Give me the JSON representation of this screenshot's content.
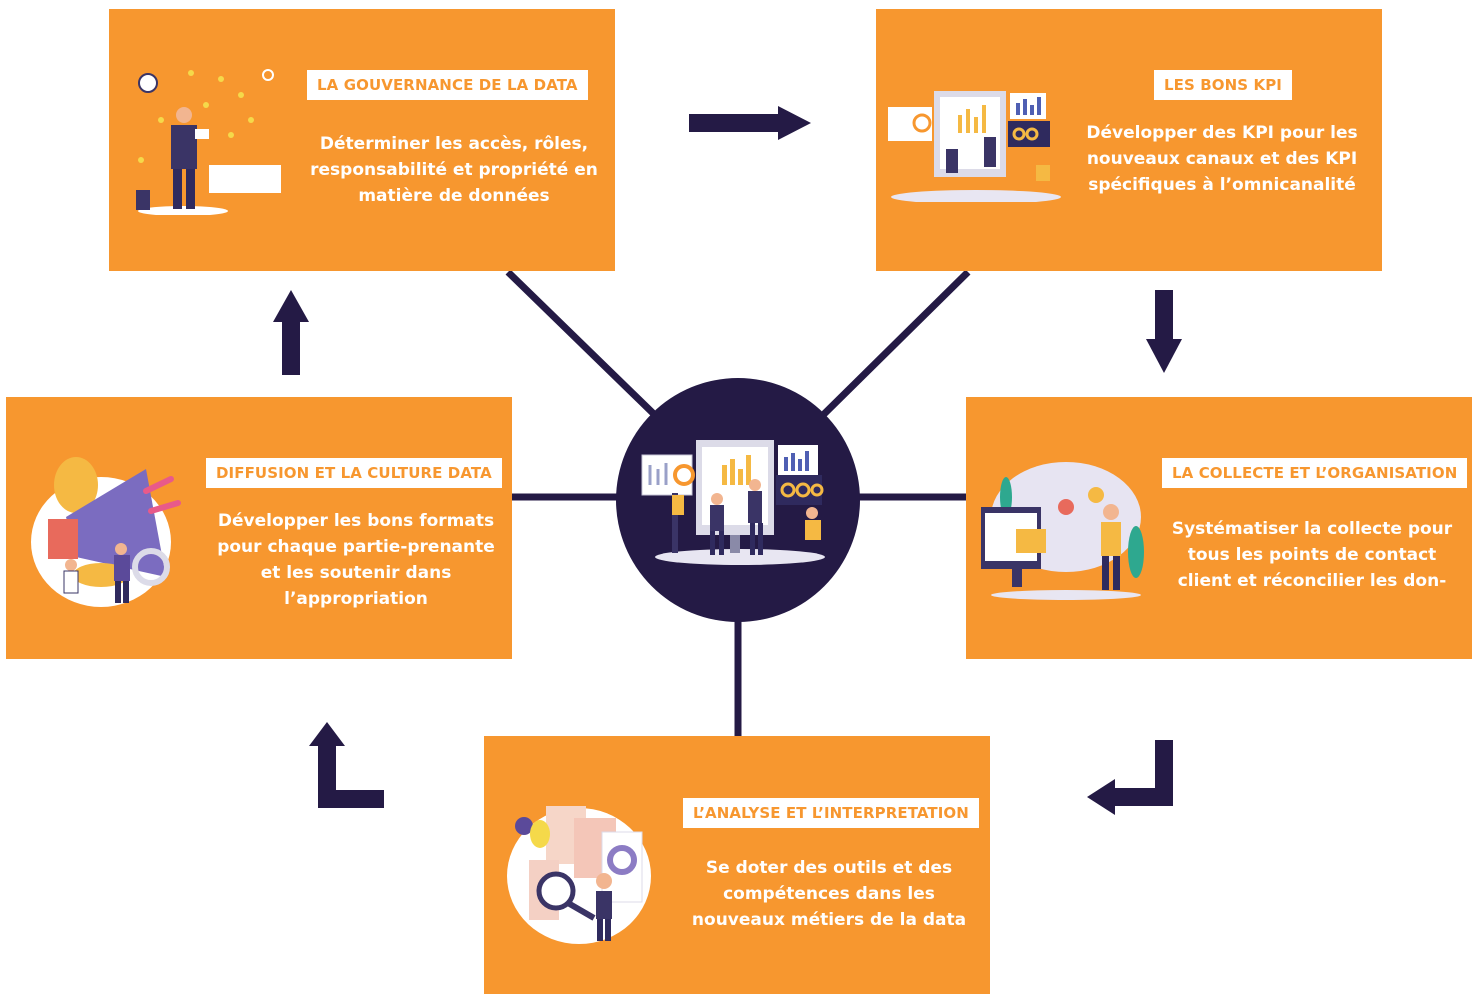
{
  "colors": {
    "orange": "#f7972f",
    "navy": "#241a45",
    "white": "#ffffff"
  },
  "center": {
    "icon": "data-dashboard-team-icon"
  },
  "steps": [
    {
      "title": "LA GOUVERNANCE DE LA DATA",
      "description": "Déterminer les accès, rôles, responsabilité et propriété en matière de données",
      "icon": "governance-person-icon"
    },
    {
      "title": "LES BONS KPI",
      "description": "Développer des KPI pour les nouveaux canaux et des KPI spécifiques à  l’omnicanalité",
      "icon": "kpi-dashboard-icon"
    },
    {
      "title": "LA COLLECTE ET L’ORGANISATION",
      "description": "Systématiser la collecte pour tous les points de contact client et réconcilier les don-",
      "icon": "data-collection-icon"
    },
    {
      "title": "L’ANALYSE ET L’INTERPRETATION",
      "description": "Se doter des outils et des compétences dans les nouveaux métiers de la data",
      "icon": "analysis-magnifier-icon"
    },
    {
      "title": "DIFFUSION ET LA CULTURE DATA",
      "description": "Développer les bons formats pour chaque partie-prenante et les soutenir dans l’appropriation",
      "icon": "megaphone-icon"
    }
  ]
}
